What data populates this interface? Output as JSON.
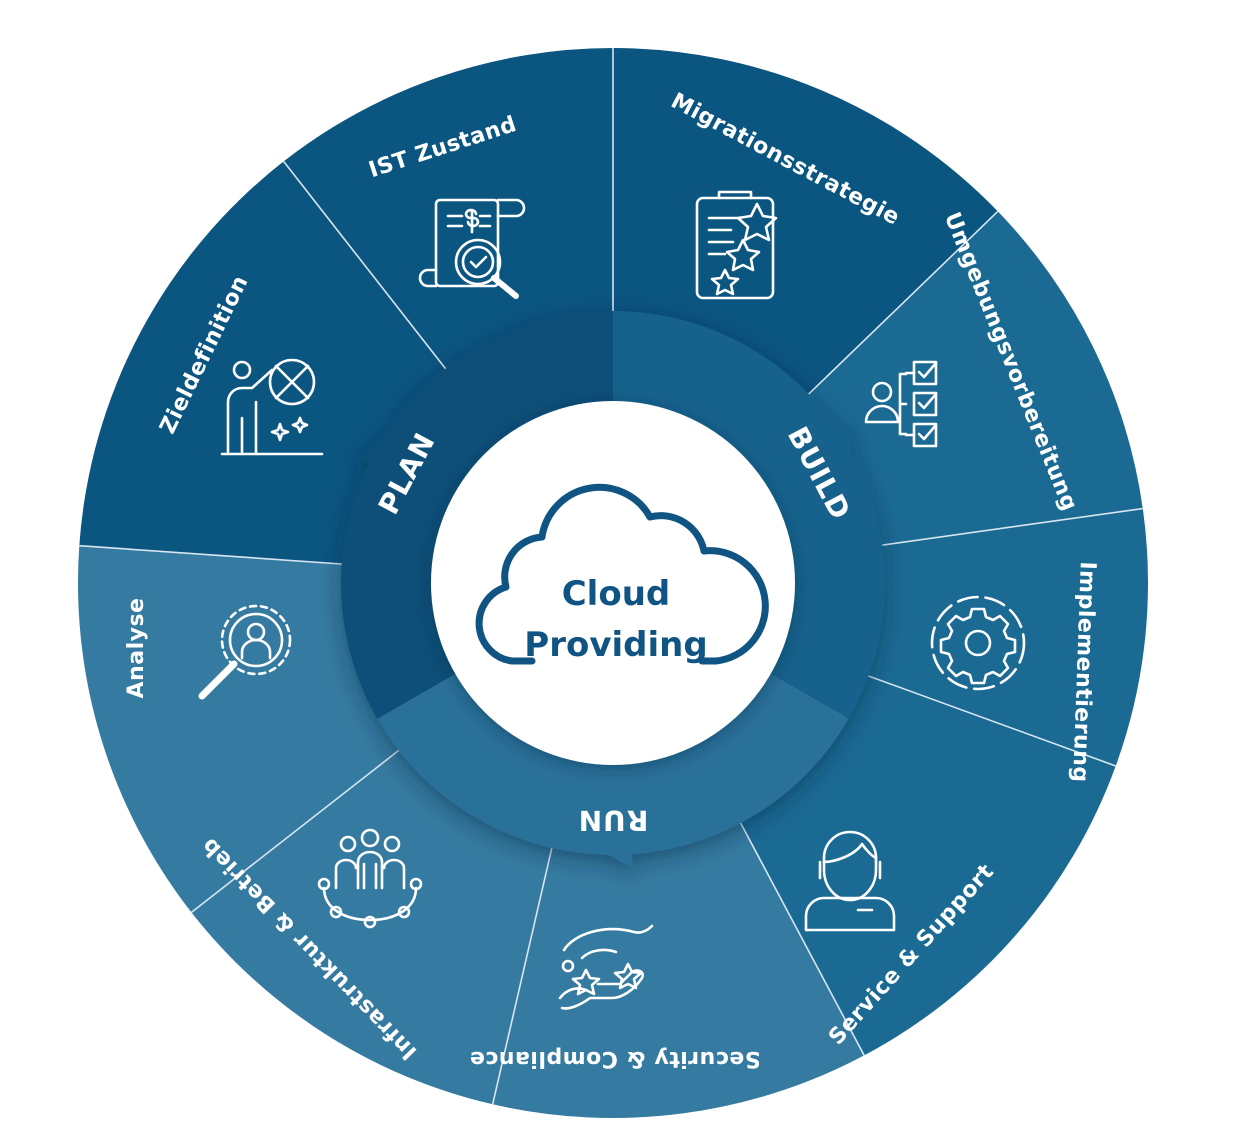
{
  "center": {
    "line1": "Cloud",
    "line2": "Providing"
  },
  "phases": [
    {
      "id": "plan",
      "label": "PLAN"
    },
    {
      "id": "build",
      "label": "BUILD"
    },
    {
      "id": "run",
      "label": "RUN"
    }
  ],
  "segments": [
    {
      "id": "ist-zustand",
      "label": "IST Zustand",
      "icon": "document-search-icon"
    },
    {
      "id": "migrationsstrategie",
      "label": "Migrationsstrategie",
      "icon": "clipboard-stars-icon"
    },
    {
      "id": "umgebungsvorbereitung",
      "label": "Umgebungsvorbereitung",
      "icon": "person-checklist-icon"
    },
    {
      "id": "implementierung",
      "label": "Implementierung",
      "icon": "gear-icon"
    },
    {
      "id": "service-support",
      "label": "Service & Support",
      "icon": "support-agent-icon"
    },
    {
      "id": "security-compliance",
      "label": "Security & Compliance",
      "icon": "hand-stars-icon"
    },
    {
      "id": "infrastruktur-betrieb",
      "label": "Infrastruktur & Betrieb",
      "icon": "team-network-icon"
    },
    {
      "id": "analyse",
      "label": "Analyse",
      "icon": "magnifier-person-icon"
    },
    {
      "id": "zieldefinition",
      "label": "Zieldefinition",
      "icon": "person-target-icon"
    }
  ],
  "colors": {
    "plan": "#0b5581",
    "build": "#1b6a94",
    "run": "#357aa0",
    "plan_inner": "#0d4f78",
    "build_inner": "#19628c",
    "run_inner": "#2c719a",
    "divider": "#d7e6f0",
    "center_text": "#0f5482",
    "center_fill": "#ffffff"
  }
}
